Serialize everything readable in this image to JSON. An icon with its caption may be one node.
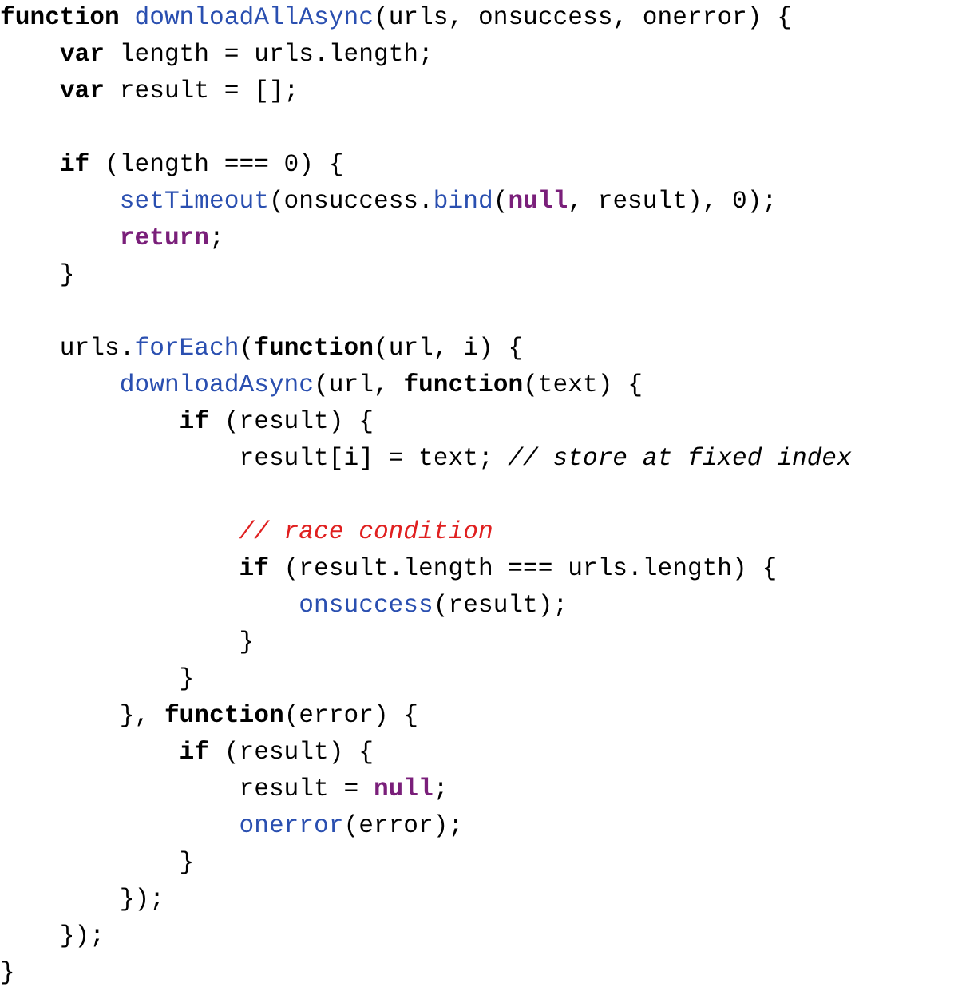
{
  "diagram": {
    "labels": [
      "**function** downloadAllAsync(urls, onsuccess, onerror) {",
      "    **var** length = urls.length;",
      "    **var** result = [];",
      "    **if** (length === 0) {",
      "        setTimeout(onsuccess.bind(**null**, result), 0);",
      "        **return**;",
      "    }",
      "    urls.forEach(**function**(url, i) {",
      "        downloadAsync(url, **function**(text) {",
      "            **if** (result) {",
      "                result[i] = text; *// store at fixed index*",
      "                // race condition",
      "                **if** (result.length === urls.length) {",
      "                    onsuccess(result);",
      "                }",
      "            }",
      "        }, **function**(error) {",
      "            **if** (result) {",
      "                result = **null**;",
      "                onerror(error);",
      "            }",
      "        });",
      "    });",
      "}"
    ]
  }
}
